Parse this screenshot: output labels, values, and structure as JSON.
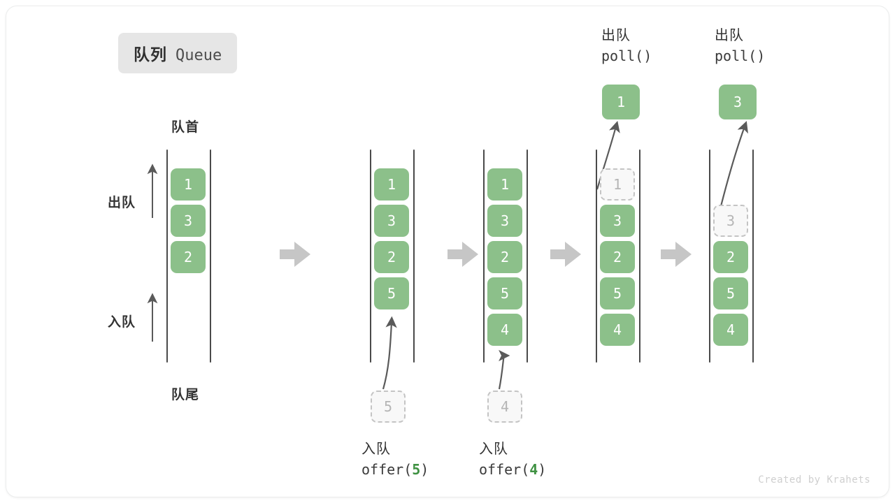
{
  "title": {
    "cn": "队列",
    "en": "Queue"
  },
  "labels": {
    "front": "队首",
    "rear": "队尾",
    "dequeue": "出队",
    "enqueue": "入队"
  },
  "footer": "Created by Krahets",
  "colors": {
    "box_fill": "#8cc08a",
    "box_text": "#ffffff",
    "ghost_fill": "#f8f8f8",
    "ghost_border": "#c4c4c4",
    "ghost_text": "#b5b5b5",
    "rail": "#4a4a4a",
    "arrow": "#5a5a5a",
    "step_arrow": "#c6c6c6",
    "accent_green": "#3f9142",
    "badge_bg": "#e6e6e6",
    "text": "#333333"
  },
  "steps": [
    {
      "id": "initial",
      "caption_cn": "",
      "caption_code": "",
      "caption_arg": "",
      "slots": [
        {
          "value": "1",
          "state": "filled"
        },
        {
          "value": "3",
          "state": "filled"
        },
        {
          "value": "2",
          "state": "filled"
        },
        {
          "value": "",
          "state": "empty"
        },
        {
          "value": "",
          "state": "empty"
        }
      ],
      "incoming": null,
      "outgoing": null
    },
    {
      "id": "offer-5",
      "caption_cn": "入队",
      "caption_code_prefix": "offer(",
      "caption_arg": "5",
      "caption_code_suffix": ")",
      "slots": [
        {
          "value": "1",
          "state": "filled"
        },
        {
          "value": "3",
          "state": "filled"
        },
        {
          "value": "2",
          "state": "filled"
        },
        {
          "value": "5",
          "state": "filled"
        },
        {
          "value": "",
          "state": "empty"
        }
      ],
      "incoming": {
        "value": "5",
        "state": "ghost"
      },
      "outgoing": null
    },
    {
      "id": "offer-4",
      "caption_cn": "入队",
      "caption_code_prefix": "offer(",
      "caption_arg": "4",
      "caption_code_suffix": ")",
      "slots": [
        {
          "value": "1",
          "state": "filled"
        },
        {
          "value": "3",
          "state": "filled"
        },
        {
          "value": "2",
          "state": "filled"
        },
        {
          "value": "5",
          "state": "filled"
        },
        {
          "value": "4",
          "state": "filled"
        }
      ],
      "incoming": {
        "value": "4",
        "state": "ghost"
      },
      "outgoing": null
    },
    {
      "id": "poll-1",
      "caption_cn": "出队",
      "caption_code_prefix": "poll(",
      "caption_arg": "",
      "caption_code_suffix": ")",
      "slots": [
        {
          "value": "1",
          "state": "ghost"
        },
        {
          "value": "3",
          "state": "filled"
        },
        {
          "value": "2",
          "state": "filled"
        },
        {
          "value": "5",
          "state": "filled"
        },
        {
          "value": "4",
          "state": "filled"
        }
      ],
      "incoming": null,
      "outgoing": {
        "value": "1",
        "state": "filled"
      }
    },
    {
      "id": "poll-3",
      "caption_cn": "出队",
      "caption_code_prefix": "poll(",
      "caption_arg": "",
      "caption_code_suffix": ")",
      "slots": [
        {
          "value": "",
          "state": "empty"
        },
        {
          "value": "3",
          "state": "ghost"
        },
        {
          "value": "2",
          "state": "filled"
        },
        {
          "value": "5",
          "state": "filled"
        },
        {
          "value": "4",
          "state": "filled"
        }
      ],
      "incoming": null,
      "outgoing": {
        "value": "3",
        "state": "filled"
      }
    }
  ]
}
